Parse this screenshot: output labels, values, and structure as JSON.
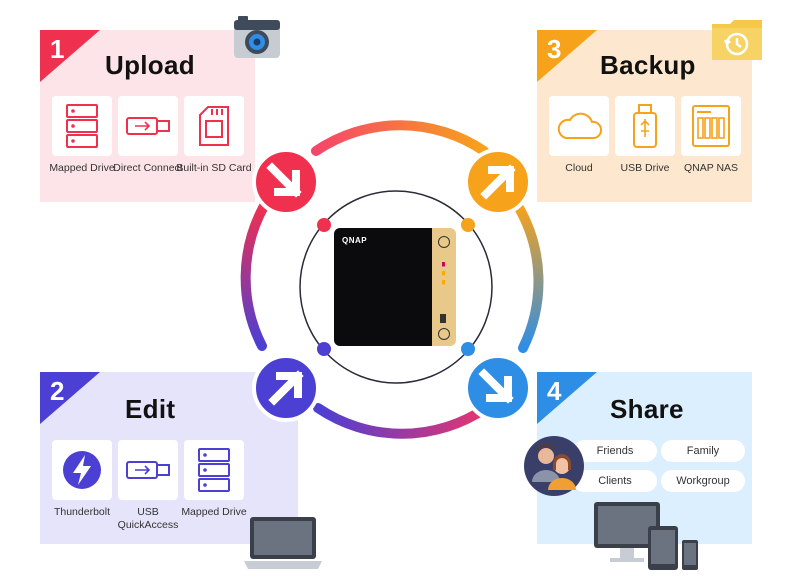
{
  "steps": [
    {
      "number": "1",
      "title": "Upload",
      "items": [
        {
          "label": "Mapped Drive"
        },
        {
          "label": "Direct Connect"
        },
        {
          "label": "Built-in SD Card"
        }
      ]
    },
    {
      "number": "2",
      "title": "Edit",
      "items": [
        {
          "label": "Thunderbolt"
        },
        {
          "label": "USB QuickAccess"
        },
        {
          "label": "Mapped Drive"
        }
      ]
    },
    {
      "number": "3",
      "title": "Backup",
      "items": [
        {
          "label": "Cloud"
        },
        {
          "label": "USB Drive"
        },
        {
          "label": "QNAP NAS"
        }
      ]
    },
    {
      "number": "4",
      "title": "Share",
      "audiences": [
        "Friends",
        "Family",
        "Clients",
        "Workgroup"
      ]
    }
  ],
  "nas": {
    "brand": "QNAP"
  },
  "colors": {
    "upload": "#f0304f",
    "upload_bg": "#fde4e8",
    "edit": "#4b3fd4",
    "edit_bg": "#e6e4fb",
    "backup": "#f7a21b",
    "backup_bg": "#fde8cf",
    "share": "#2e8ee6",
    "share_bg": "#dcefff"
  },
  "icons": {
    "upload": "camera-icon",
    "backup": "backup-folder-icon",
    "edit": "laptop-icon",
    "share": "devices-icon"
  }
}
